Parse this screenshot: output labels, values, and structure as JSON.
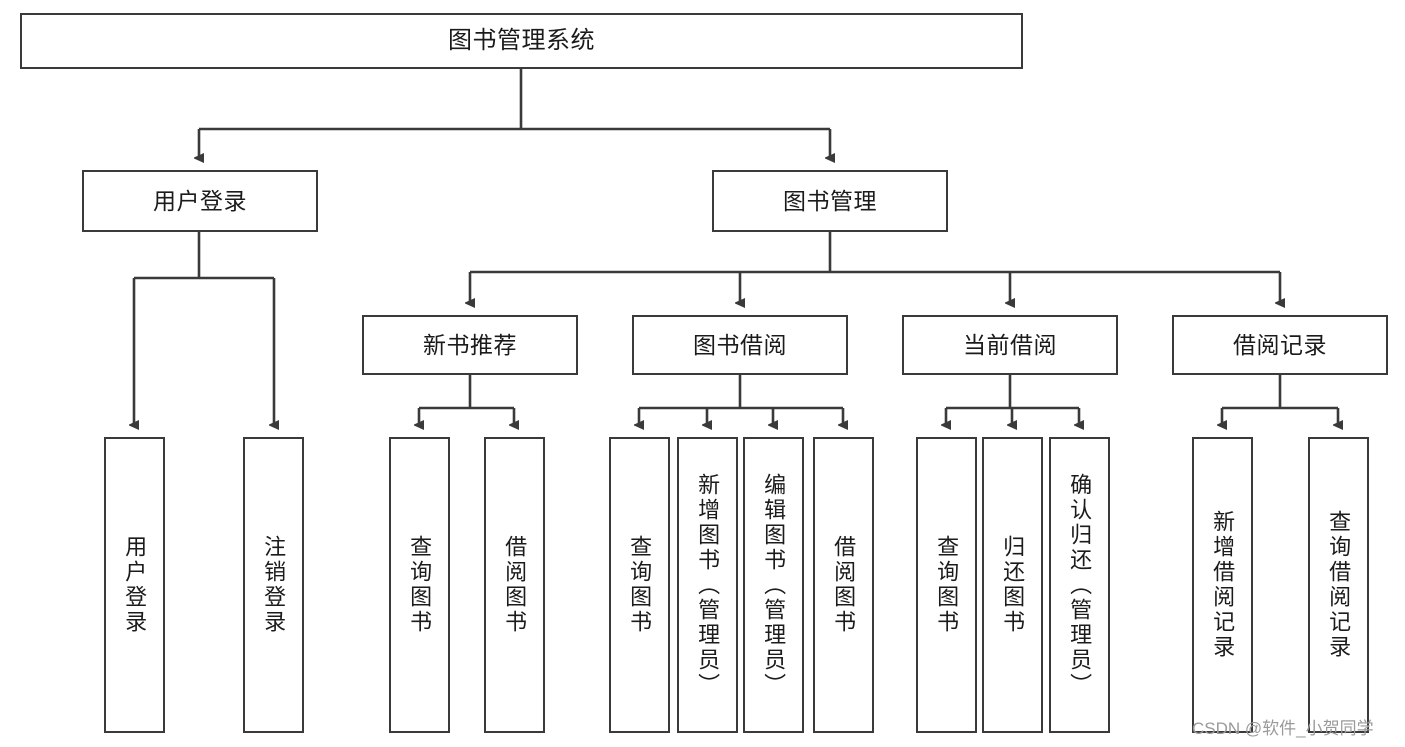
{
  "diagram": {
    "title": "图书管理系统",
    "type": "tree-hierarchy",
    "watermark": "CSDN @软件_小贺同学",
    "colors": {
      "box_border": "#3a3a3a",
      "box_fill": "#ffffff",
      "connector": "#3a3a3a",
      "text": "#1b1b1b",
      "watermark": "#9a9a9a"
    },
    "nodes": {
      "root": {
        "label": "图书管理系统"
      },
      "level2": [
        {
          "label": "用户登录"
        },
        {
          "label": "图书管理"
        }
      ],
      "level3": [
        {
          "label": "新书推荐"
        },
        {
          "label": "图书借阅"
        },
        {
          "label": "当前借阅"
        },
        {
          "label": "借阅记录"
        }
      ],
      "leaves": {
        "user_login": [
          {
            "label": "用户登录"
          },
          {
            "label": "注销登录"
          }
        ],
        "new_book_recommend": [
          {
            "label": "查询图书"
          },
          {
            "label": "借阅图书"
          }
        ],
        "book_borrow": [
          {
            "label": "查询图书"
          },
          {
            "label": "新增图书（管理员）"
          },
          {
            "label": "编辑图书（管理员）"
          },
          {
            "label": "借阅图书"
          }
        ],
        "current_borrow": [
          {
            "label": "查询图书"
          },
          {
            "label": "归还图书"
          },
          {
            "label": "确认归还（管理员）"
          }
        ],
        "borrow_record": [
          {
            "label": "新增借阅记录"
          },
          {
            "label": "查询借阅记录"
          }
        ]
      }
    }
  }
}
